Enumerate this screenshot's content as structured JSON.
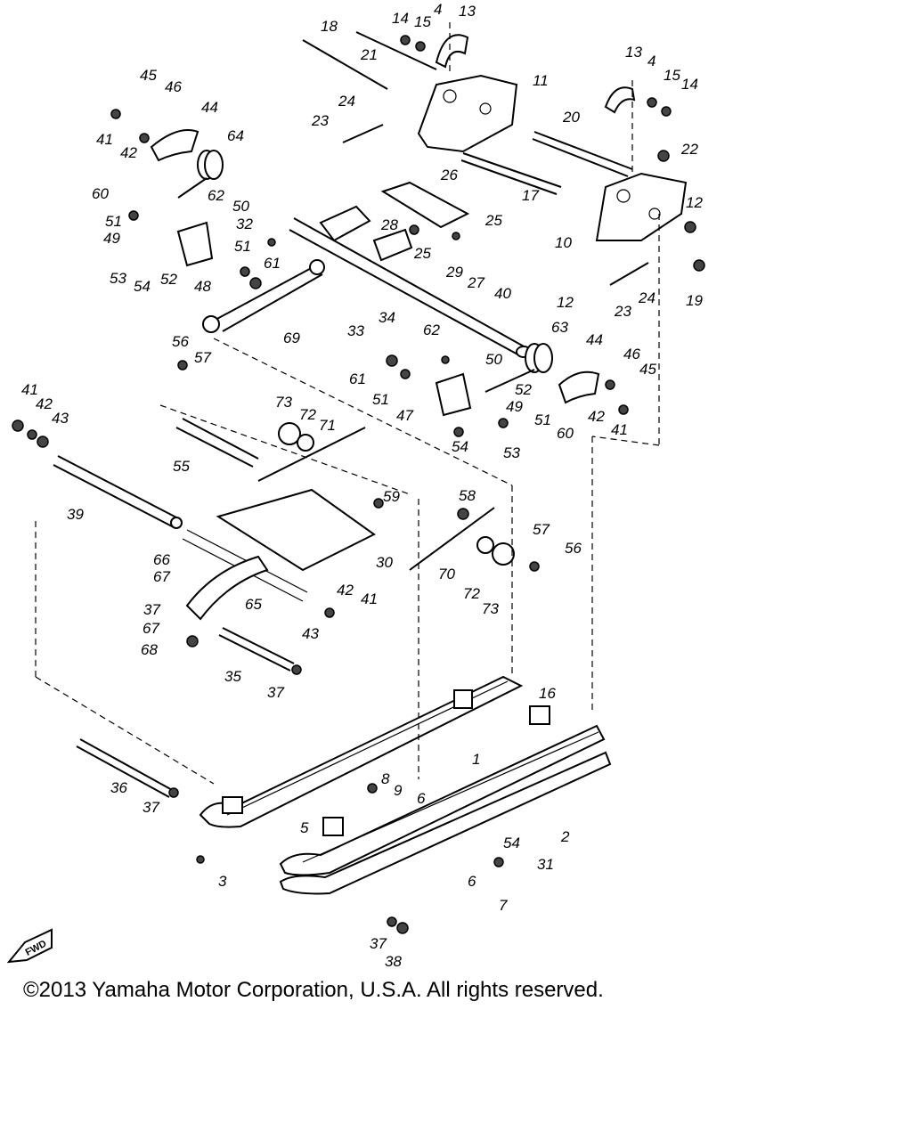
{
  "diagram": {
    "labels": [
      "1",
      "2",
      "3",
      "4",
      "5",
      "6",
      "7",
      "8",
      "9",
      "10",
      "11",
      "12",
      "13",
      "14",
      "15",
      "16",
      "17",
      "18",
      "19",
      "20",
      "21",
      "22",
      "23",
      "24",
      "25",
      "26",
      "27",
      "28",
      "29",
      "30",
      "31",
      "32",
      "33",
      "34",
      "35",
      "36",
      "37",
      "38",
      "39",
      "40",
      "41",
      "42",
      "43",
      "44",
      "45",
      "46",
      "47",
      "48",
      "49",
      "50",
      "51",
      "52",
      "53",
      "54",
      "55",
      "56",
      "57",
      "58",
      "59",
      "60",
      "61",
      "62",
      "63",
      "64",
      "65",
      "66",
      "67",
      "68",
      "69",
      "70",
      "71",
      "72",
      "73"
    ],
    "fwd_badge": "FWD"
  },
  "footer": {
    "copyright": "©2013 Yamaha Motor Corporation, U.S.A. All rights reserved."
  }
}
